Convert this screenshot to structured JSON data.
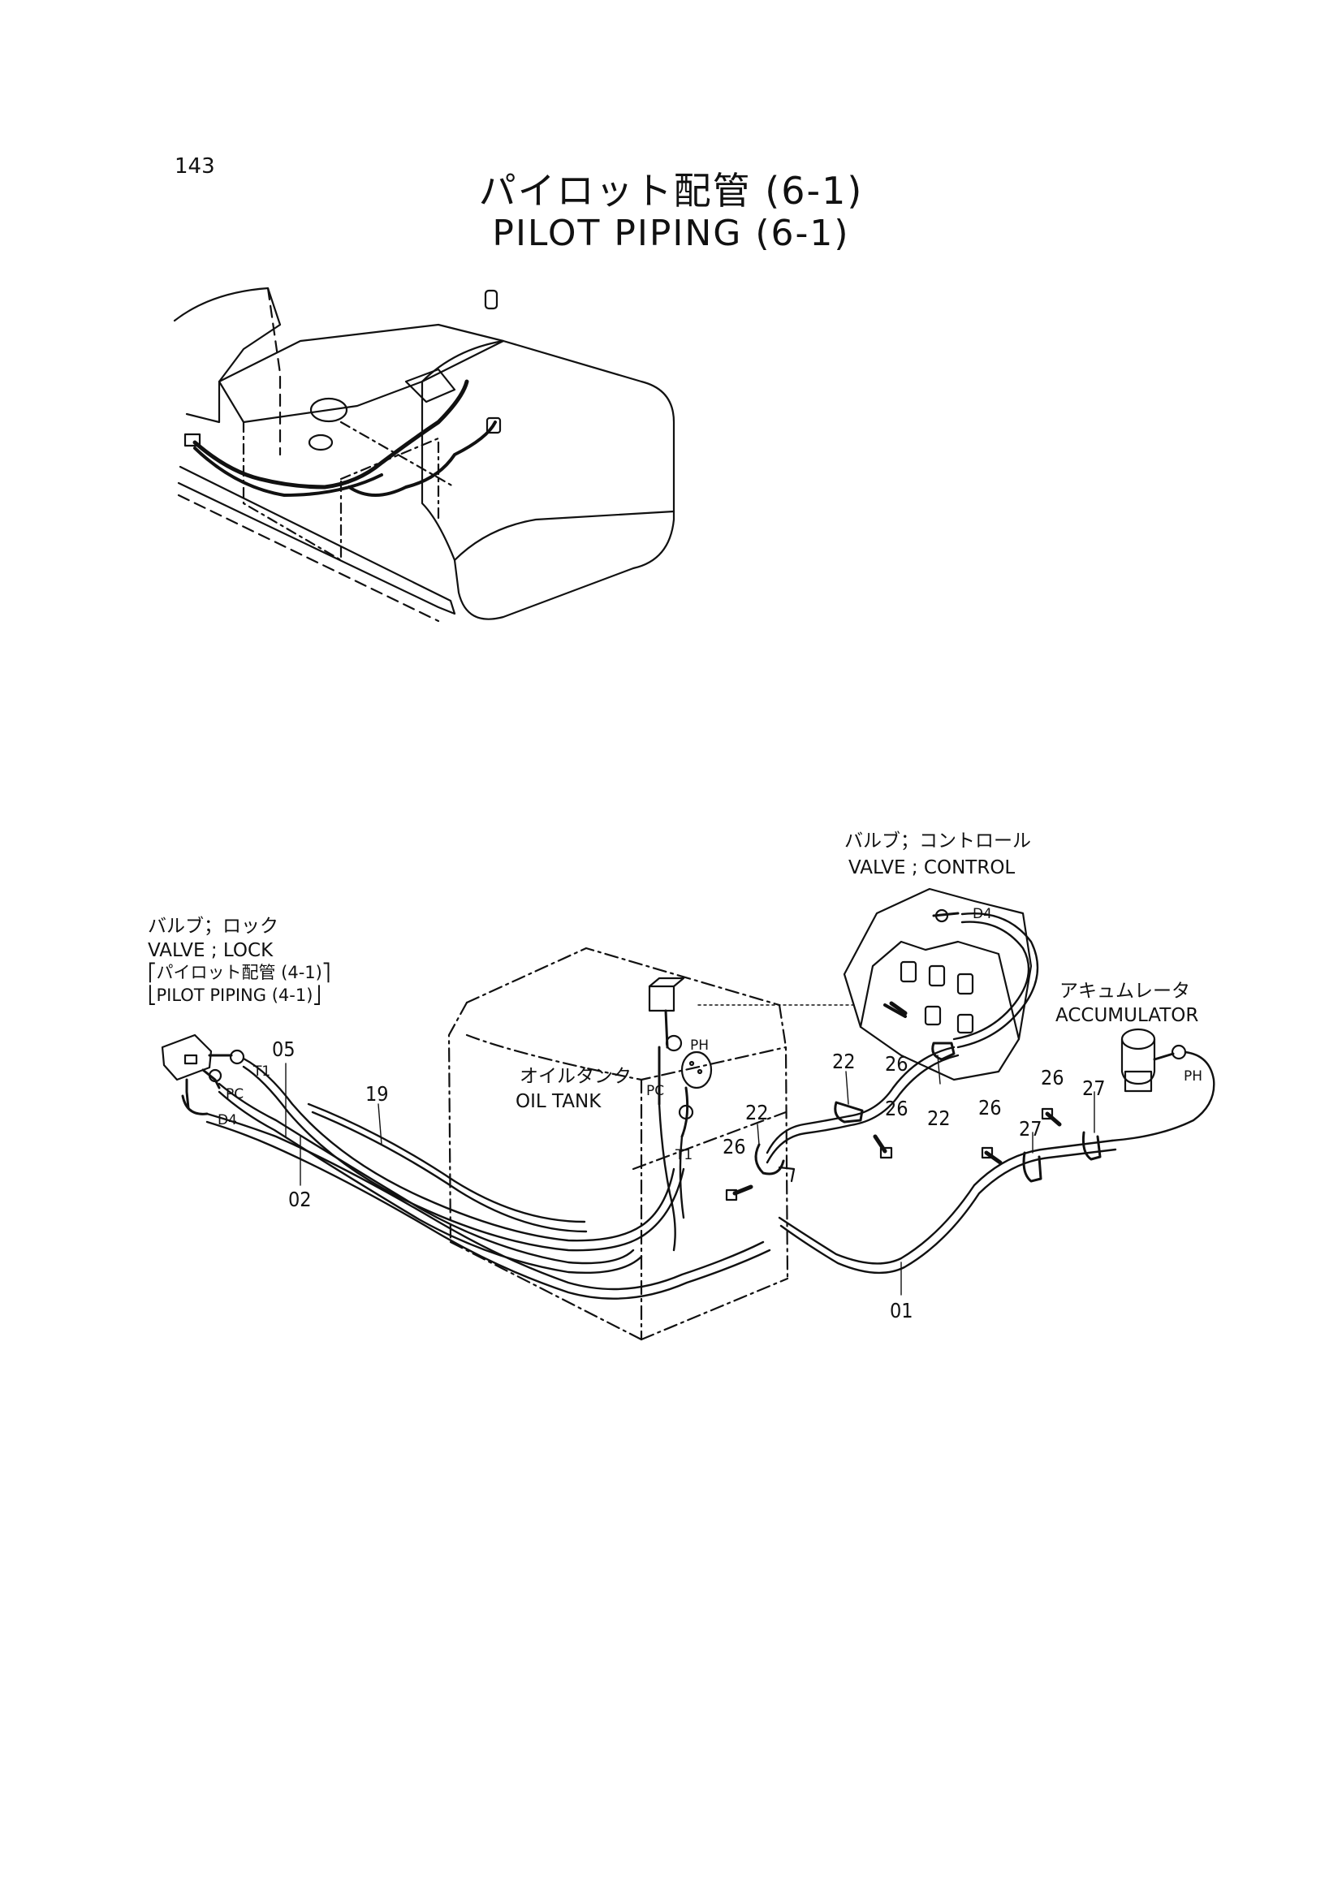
{
  "page_number": "143",
  "title_jp": "パイロット配管 (6-1)",
  "title_en": "PILOT PIPING (6-1)",
  "callouts": {
    "valve_control_jp": "バルブ；コントロール",
    "valve_control_en": "VALVE ; CONTROL",
    "valve_lock_jp": "バルブ；ロック",
    "valve_lock_en": "VALVE ; LOCK",
    "ref_jp": "パイロット配管 (4-1)",
    "ref_en": "PILOT PIPING (4-1)",
    "accumulator_jp": "アキュムレータ",
    "accumulator_en": "ACCUMULATOR",
    "oil_tank_jp": "オイルタンク",
    "oil_tank_en": "OIL TANK"
  },
  "ports": {
    "t1_left": "T1",
    "pc_left": "PC",
    "d4_left": "D4",
    "ph_tank": "PH",
    "pc_tank": "PC",
    "t1_tank": "T1",
    "d4_valve": "D4",
    "ph_acc": "PH"
  },
  "part_numbers": {
    "p05": "05",
    "p19": "19",
    "p02": "02",
    "p22_a": "22",
    "p22_b": "22",
    "p22_c": "22",
    "p26_a": "26",
    "p26_b": "26",
    "p26_c": "26",
    "p26_d": "26",
    "p26_e": "26",
    "p27_a": "27",
    "p27_b": "27",
    "p01": "01"
  }
}
